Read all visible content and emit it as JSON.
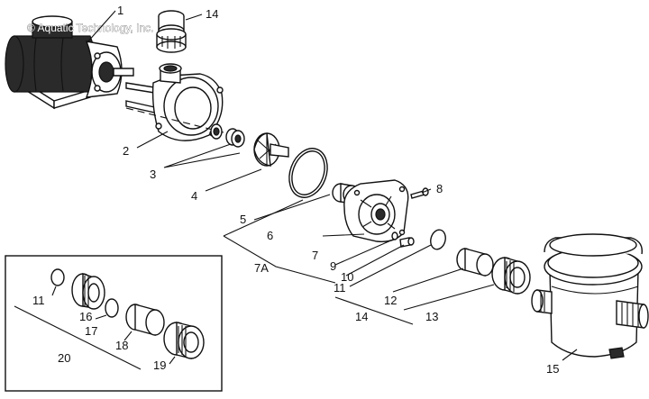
{
  "watermark": "© Aquatic Technology, Inc.",
  "callouts": {
    "c1": "1",
    "c2": "2",
    "c3": "3",
    "c4": "4",
    "c5": "5",
    "c6": "6",
    "c7": "7",
    "c7a": "7A",
    "c8": "8",
    "c9": "9",
    "c10": "10",
    "c11": "11",
    "c11b": "11",
    "c12": "12",
    "c13": "13",
    "c14": "14",
    "c14b": "14",
    "c15": "15",
    "c16": "16",
    "c17": "17",
    "c18": "18",
    "c19": "19",
    "c20": "20"
  }
}
